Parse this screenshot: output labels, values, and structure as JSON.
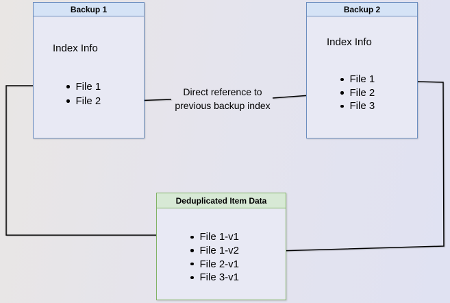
{
  "diagram": {
    "backup1": {
      "title": "Backup 1",
      "subtitle": "Index Info",
      "items": [
        "File 1",
        "File 2"
      ]
    },
    "backup2": {
      "title": "Backup 2",
      "subtitle": "Index Info",
      "items": [
        "File 1",
        "File 2",
        "File 3"
      ]
    },
    "dedup": {
      "title": "Deduplicated Item Data",
      "items": [
        "File 1-v1",
        "File 1-v2",
        "File 2-v1",
        "File 3-v1"
      ]
    },
    "edge_label": "Direct reference to previous backup index",
    "colors": {
      "blue_border": "#6c8ebf",
      "blue_header": "#d5e3f6",
      "green_border": "#82b366",
      "green_header": "#d7e9d5",
      "box_body": "#e8e9f4",
      "line": "#010101"
    }
  }
}
